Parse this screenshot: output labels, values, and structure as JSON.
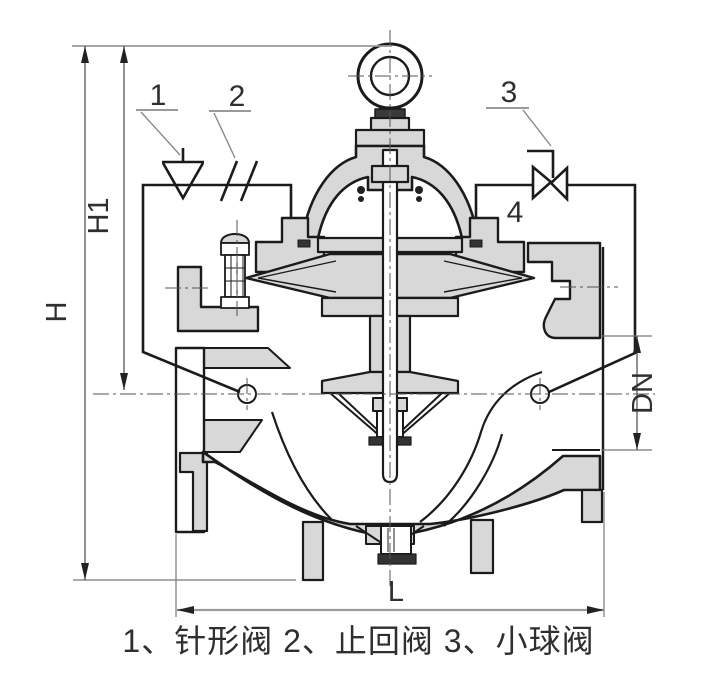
{
  "figure": {
    "caption": "1、针形阀 2、止回阀 3、小球阀"
  },
  "legend": [
    {
      "num": "1",
      "name": "针形阀"
    },
    {
      "num": "2",
      "name": "止回阀"
    },
    {
      "num": "3",
      "name": "小球阀"
    }
  ],
  "callouts": {
    "needle_valve": "1",
    "check_valve": "2",
    "ball_valve": "3",
    "main_valve": "4"
  },
  "dimension_labels": {
    "overall_height": "H",
    "height_to_centerline": "H1",
    "nominal_diameter": "DN",
    "face_to_face_length": "L"
  },
  "colors": {
    "line": "#1b1b1b",
    "metal_fill": "#d8d8d8",
    "dim_line": "#4a4a4a",
    "light_gray": "#9a9a9a",
    "dark_detail": "#333333",
    "text": "#2f2f2f",
    "background": "#ffffff"
  }
}
